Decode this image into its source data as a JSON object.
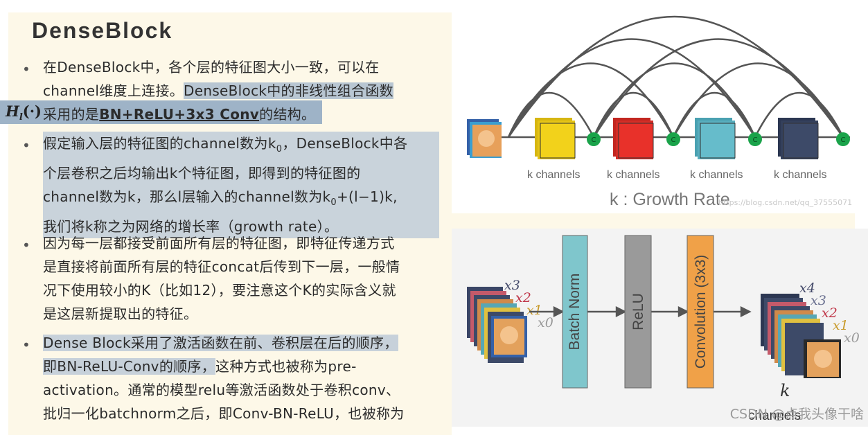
{
  "title": "DenseBlock",
  "formula": {
    "symbol": "H",
    "sub": "l",
    "arg": "(·)"
  },
  "bullets": [
    {
      "lines": [
        "在DenseBlock中，各个层的特征图大小一致，可以在",
        "channel维度上连接。",
        "DenseBlock中的非线性组合函数",
        "采用的是",
        "BN+ReLU+3x3 Conv",
        "的结构。"
      ]
    },
    {
      "lines": [
        "假定输入层的特征图的channel数为k",
        "0",
        "，DenseBlock中各",
        "个层卷积之后均输出k个特征图，即得到的特征图的",
        "channel数为k，那么l层输入的channel数为k",
        "0",
        "+(l−1)k,",
        "我们将k称之为网络的增长率（growth rate）。"
      ]
    },
    {
      "lines": [
        "因为每一层都接受前面所有层的特征图，即特征传递方式",
        "是直接将前面所有层的特征concat后传到下一层，一般情",
        "况下使用较小的K（比如12），要注意这个K的实际含义就",
        "是这层新提取出的特征。"
      ]
    },
    {
      "lines": [
        "Dense Block采用了激活函数在前、卷积层在后的顺序，",
        "即BN-ReLU-Conv的顺序，",
        "这种方式也被称为pre-",
        "activation。通常的模型relu等激活函数处于卷积conv、",
        "批归一化batchnorm之后，即Conv-BN-ReLU，也被称为"
      ]
    }
  ],
  "top_figure": {
    "channel_label": "k channels",
    "concat_label": "C",
    "growth_label": "k : Growth Rate",
    "url_watermark": "https://blog.csdn.net/qq_37555071",
    "colors": [
      "#f2d21b",
      "#e8312a",
      "#66bccb",
      "#3d4a68"
    ],
    "concat_color": "#1aa34a"
  },
  "bottom_figure": {
    "blocks": [
      "Batch Norm",
      "ReLU",
      "Convolution (3x3)"
    ],
    "block_colors": [
      "#7fc6cc",
      "#9a9a9a",
      "#f0a148"
    ],
    "input_labels": [
      "x3",
      "x2",
      "x1",
      "x0"
    ],
    "output_labels": [
      "x4",
      "x3",
      "x2",
      "x1",
      "x0"
    ],
    "label_colors": [
      "#444a6a",
      "#c0374a",
      "#c89a2a",
      "#999999"
    ],
    "k_label": "k",
    "channels_label": "channels"
  },
  "watermark": "CSDN @点我头像干啥"
}
